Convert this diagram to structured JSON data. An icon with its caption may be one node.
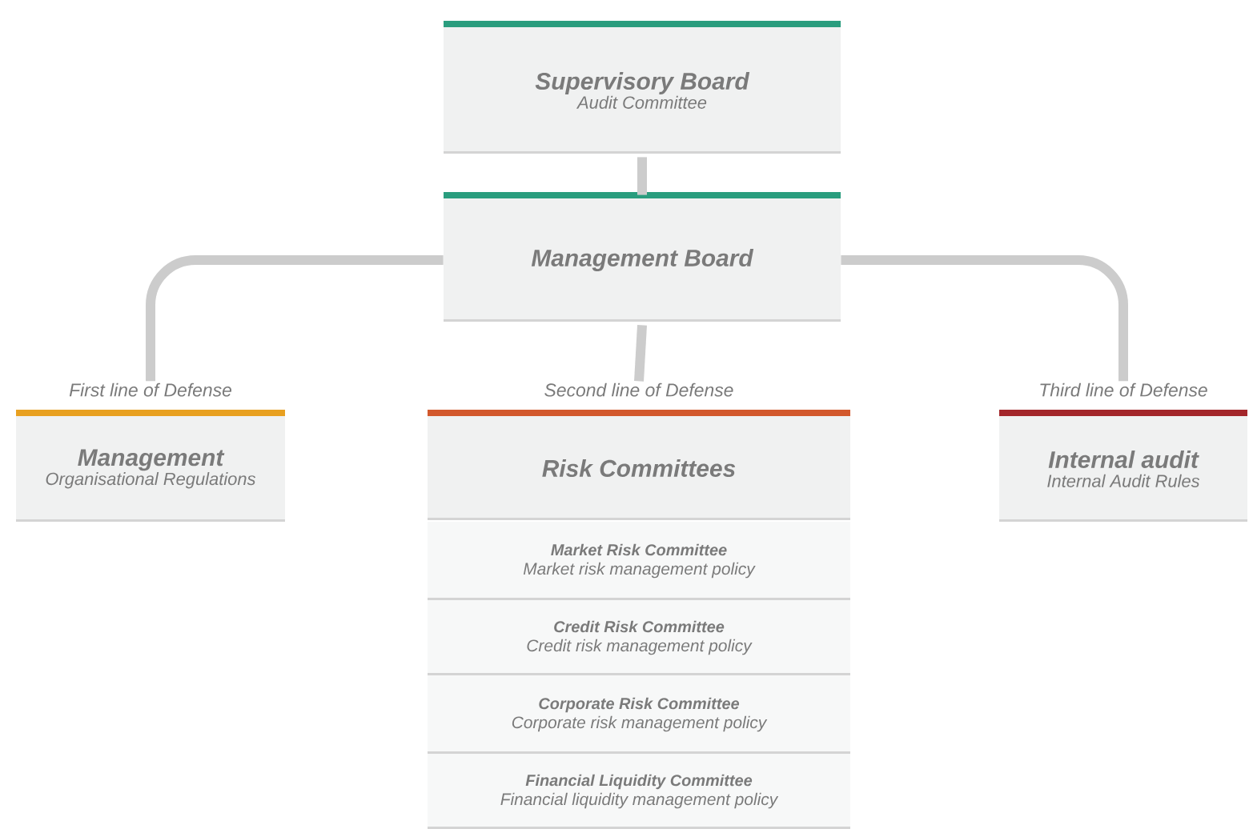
{
  "diagram": {
    "nodes": [
      {
        "text": [
          "Supervisory Board",
          "Audit Committee"
        ]
      },
      {
        "text": [
          "Management Board"
        ]
      },
      {
        "text": [
          "Management",
          "Organisational Regulations"
        ],
        "beside": [
          "First line of Defense"
        ]
      },
      {
        "text": [
          "Risk Committees"
        ],
        "beside": [
          "Second line of Defense"
        ]
      },
      {
        "text": [
          "Internal audit",
          "Internal Audit Rules"
        ],
        "beside": [
          "Third line of Defense"
        ]
      },
      {
        "text": [
          "Market Risk Committee",
          "Market risk management policy"
        ]
      },
      {
        "text": [
          "Credit Risk Committee",
          "Credit risk management policy"
        ]
      },
      {
        "text": [
          "Corporate Risk Committee",
          "Corporate risk management policy"
        ]
      },
      {
        "text": [
          "Financial Liquidity Committee",
          "Financial liquidity management policy"
        ]
      }
    ],
    "edges": [
      {
        "from": 0,
        "to": 1,
        "arrow": "none"
      },
      {
        "from": 1,
        "to": 2,
        "arrow": "none"
      },
      {
        "from": 1,
        "to": 3,
        "arrow": "none"
      },
      {
        "from": 1,
        "to": 4,
        "arrow": "none"
      }
    ]
  }
}
